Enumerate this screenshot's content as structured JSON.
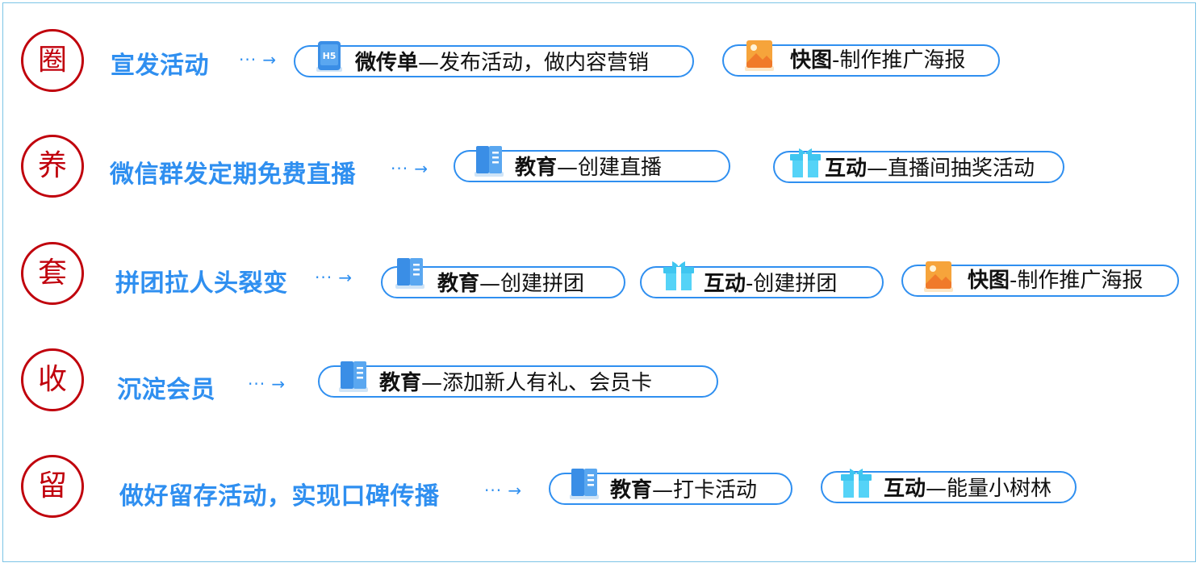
{
  "rows": [
    {
      "char": "圈",
      "stage": "宣发活动",
      "arrow": "··· →",
      "tools": [
        {
          "icon": "h5-phone-icon",
          "name": "微传单",
          "sep": "—",
          "desc": "发布活动，做内容营销"
        },
        {
          "icon": "picture-icon",
          "name": "快图",
          "sep": "-",
          "desc": "制作推广海报"
        }
      ]
    },
    {
      "char": "养",
      "stage": "微信群发定期免费直播",
      "arrow": "··· →",
      "tools": [
        {
          "icon": "book-icon",
          "name": "教育",
          "sep": "—",
          "desc": "创建直播"
        },
        {
          "icon": "gift-icon",
          "name": "互动",
          "sep": "—",
          "desc": "直播间抽奖活动"
        }
      ]
    },
    {
      "char": "套",
      "stage": "拼团拉人头裂变",
      "arrow": "··· →",
      "tools": [
        {
          "icon": "book-icon",
          "name": "教育",
          "sep": "—",
          "desc": "创建拼团"
        },
        {
          "icon": "gift-icon",
          "name": "互动",
          "sep": "-",
          "desc": "创建拼团"
        },
        {
          "icon": "picture-icon",
          "name": "快图",
          "sep": "-",
          "desc": "制作推广海报"
        }
      ]
    },
    {
      "char": "收",
      "stage": "沉淀会员",
      "arrow": "··· →",
      "tools": [
        {
          "icon": "book-icon",
          "name": "教育",
          "sep": "—",
          "desc": "添加新人有礼、会员卡"
        }
      ]
    },
    {
      "char": "留",
      "stage": "做好留存活动，实现口碑传播",
      "arrow": "··· →",
      "tools": [
        {
          "icon": "book-icon",
          "name": "教育",
          "sep": "—",
          "desc": "打卡活动"
        },
        {
          "icon": "gift-icon",
          "name": "互动",
          "sep": "—",
          "desc": "能量小树林"
        }
      ]
    }
  ],
  "colors": {
    "accent": "#2f8ff0",
    "circle": "#c0000c",
    "frame": "#7cc4e6"
  }
}
